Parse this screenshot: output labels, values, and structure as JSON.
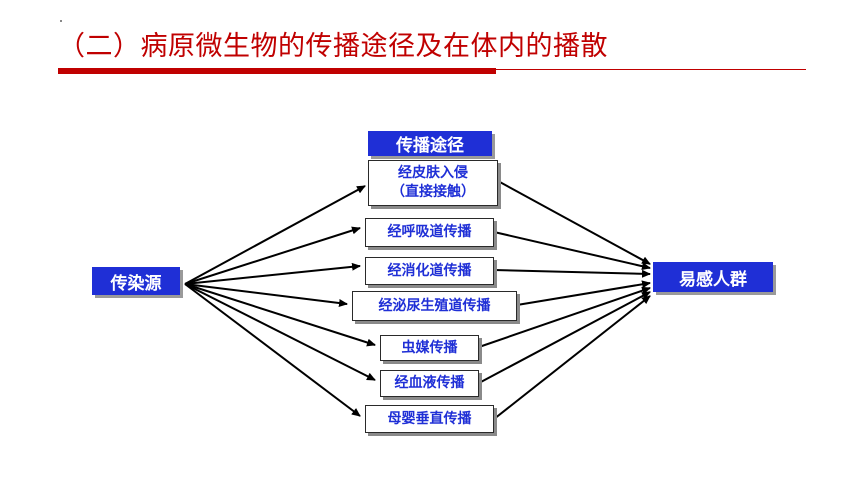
{
  "slide": {
    "title": "（二）病原微生物的传播途径及在体内的播散"
  },
  "diagram": {
    "header": "传播途径",
    "source": "传染源",
    "target": "易感人群",
    "routes": [
      {
        "line1": "经皮肤入侵",
        "line2": "（直接接触）"
      },
      {
        "line1": "经呼吸道传播"
      },
      {
        "line1": "经消化道传播"
      },
      {
        "line1": "经泌尿生殖道传播"
      },
      {
        "line1": "虫媒传播"
      },
      {
        "line1": "经血液传播"
      },
      {
        "line1": "母婴垂直传播"
      }
    ]
  }
}
